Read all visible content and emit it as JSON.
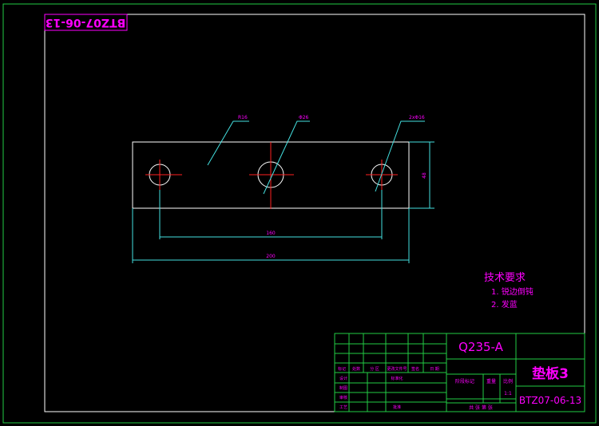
{
  "drawing": {
    "drawing_number_rotated": "BTZ07-06-13",
    "labels": {
      "leader_r": "R16",
      "leader_center": "Φ26",
      "leader_holes": "2xΦ16",
      "dim_height": "48",
      "dim_hole_spacing": "160",
      "dim_total_length": "200"
    },
    "tech_requirements": {
      "title": "技术要求",
      "items": [
        "1. 锐边倒钝",
        "2. 发蓝"
      ]
    },
    "title_block": {
      "material": "Q235-A",
      "part_name": "垫板3",
      "drawing_number": "BTZ07-06-13",
      "header_cols": [
        "标记",
        "处数",
        "分 区",
        "更改文件号",
        "签名",
        "日 期"
      ],
      "row_design": "设计",
      "row_standardize": "标准化",
      "row_draw": "制图",
      "row_review": "审核",
      "row_process": "工艺",
      "row_approve": "批准",
      "stage_mark": "阶段标记",
      "weight": "重量",
      "scale": "比例",
      "scale_value": "1:1",
      "sheet_info": "共   张 第   张"
    },
    "colors": {
      "background": "#000000",
      "border": "#22cc44",
      "part": "#ffffff",
      "dimension": "#44e0e0",
      "centerline": "#ff2020",
      "annotation": "#ff00ff",
      "table_grid": "#22cc44"
    }
  }
}
